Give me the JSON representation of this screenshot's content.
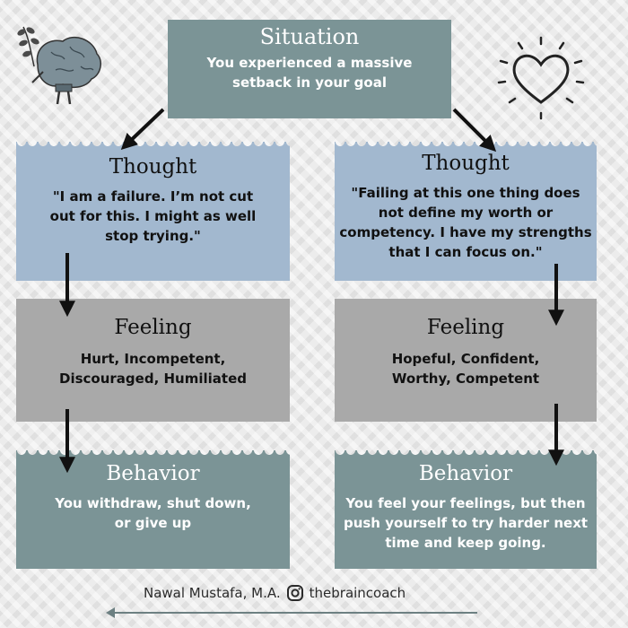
{
  "situation": {
    "title": "Situation",
    "text": "You experienced a massive\nsetback in your goal"
  },
  "left": {
    "thought_title": "Thought",
    "thought_text": "\"I am a failure. I’m not cut\nout for this. I might as well\nstop trying.\"",
    "feeling_title": "Feeling",
    "feeling_text": "Hurt, Incompetent,\nDiscouraged, Humiliated",
    "behavior_title": "Behavior",
    "behavior_text": "You withdraw, shut down,\nor give up"
  },
  "right": {
    "thought_title": "Thought",
    "thought_text": "\"Failing at this one thing does\nnot define my worth or\ncompetency. I have my strengths\nthat I can focus on.\"",
    "feeling_title": "Feeling",
    "feeling_text": "Hopeful, Confident,\nWorthy, Competent",
    "behavior_title": "Behavior",
    "behavior_text": "You feel your feelings, but then\npush yourself to try harder next\ntime and keep going."
  },
  "footer": {
    "author": "Nawal Mustafa, M.A.",
    "handle": "thebraincoach"
  },
  "colors": {
    "teal": "#7b9496",
    "blue": "#a2b8cf",
    "gray": "#a9a9a9"
  },
  "icons": [
    "brain-plant-icon",
    "heart-icon",
    "instagram-icon"
  ]
}
